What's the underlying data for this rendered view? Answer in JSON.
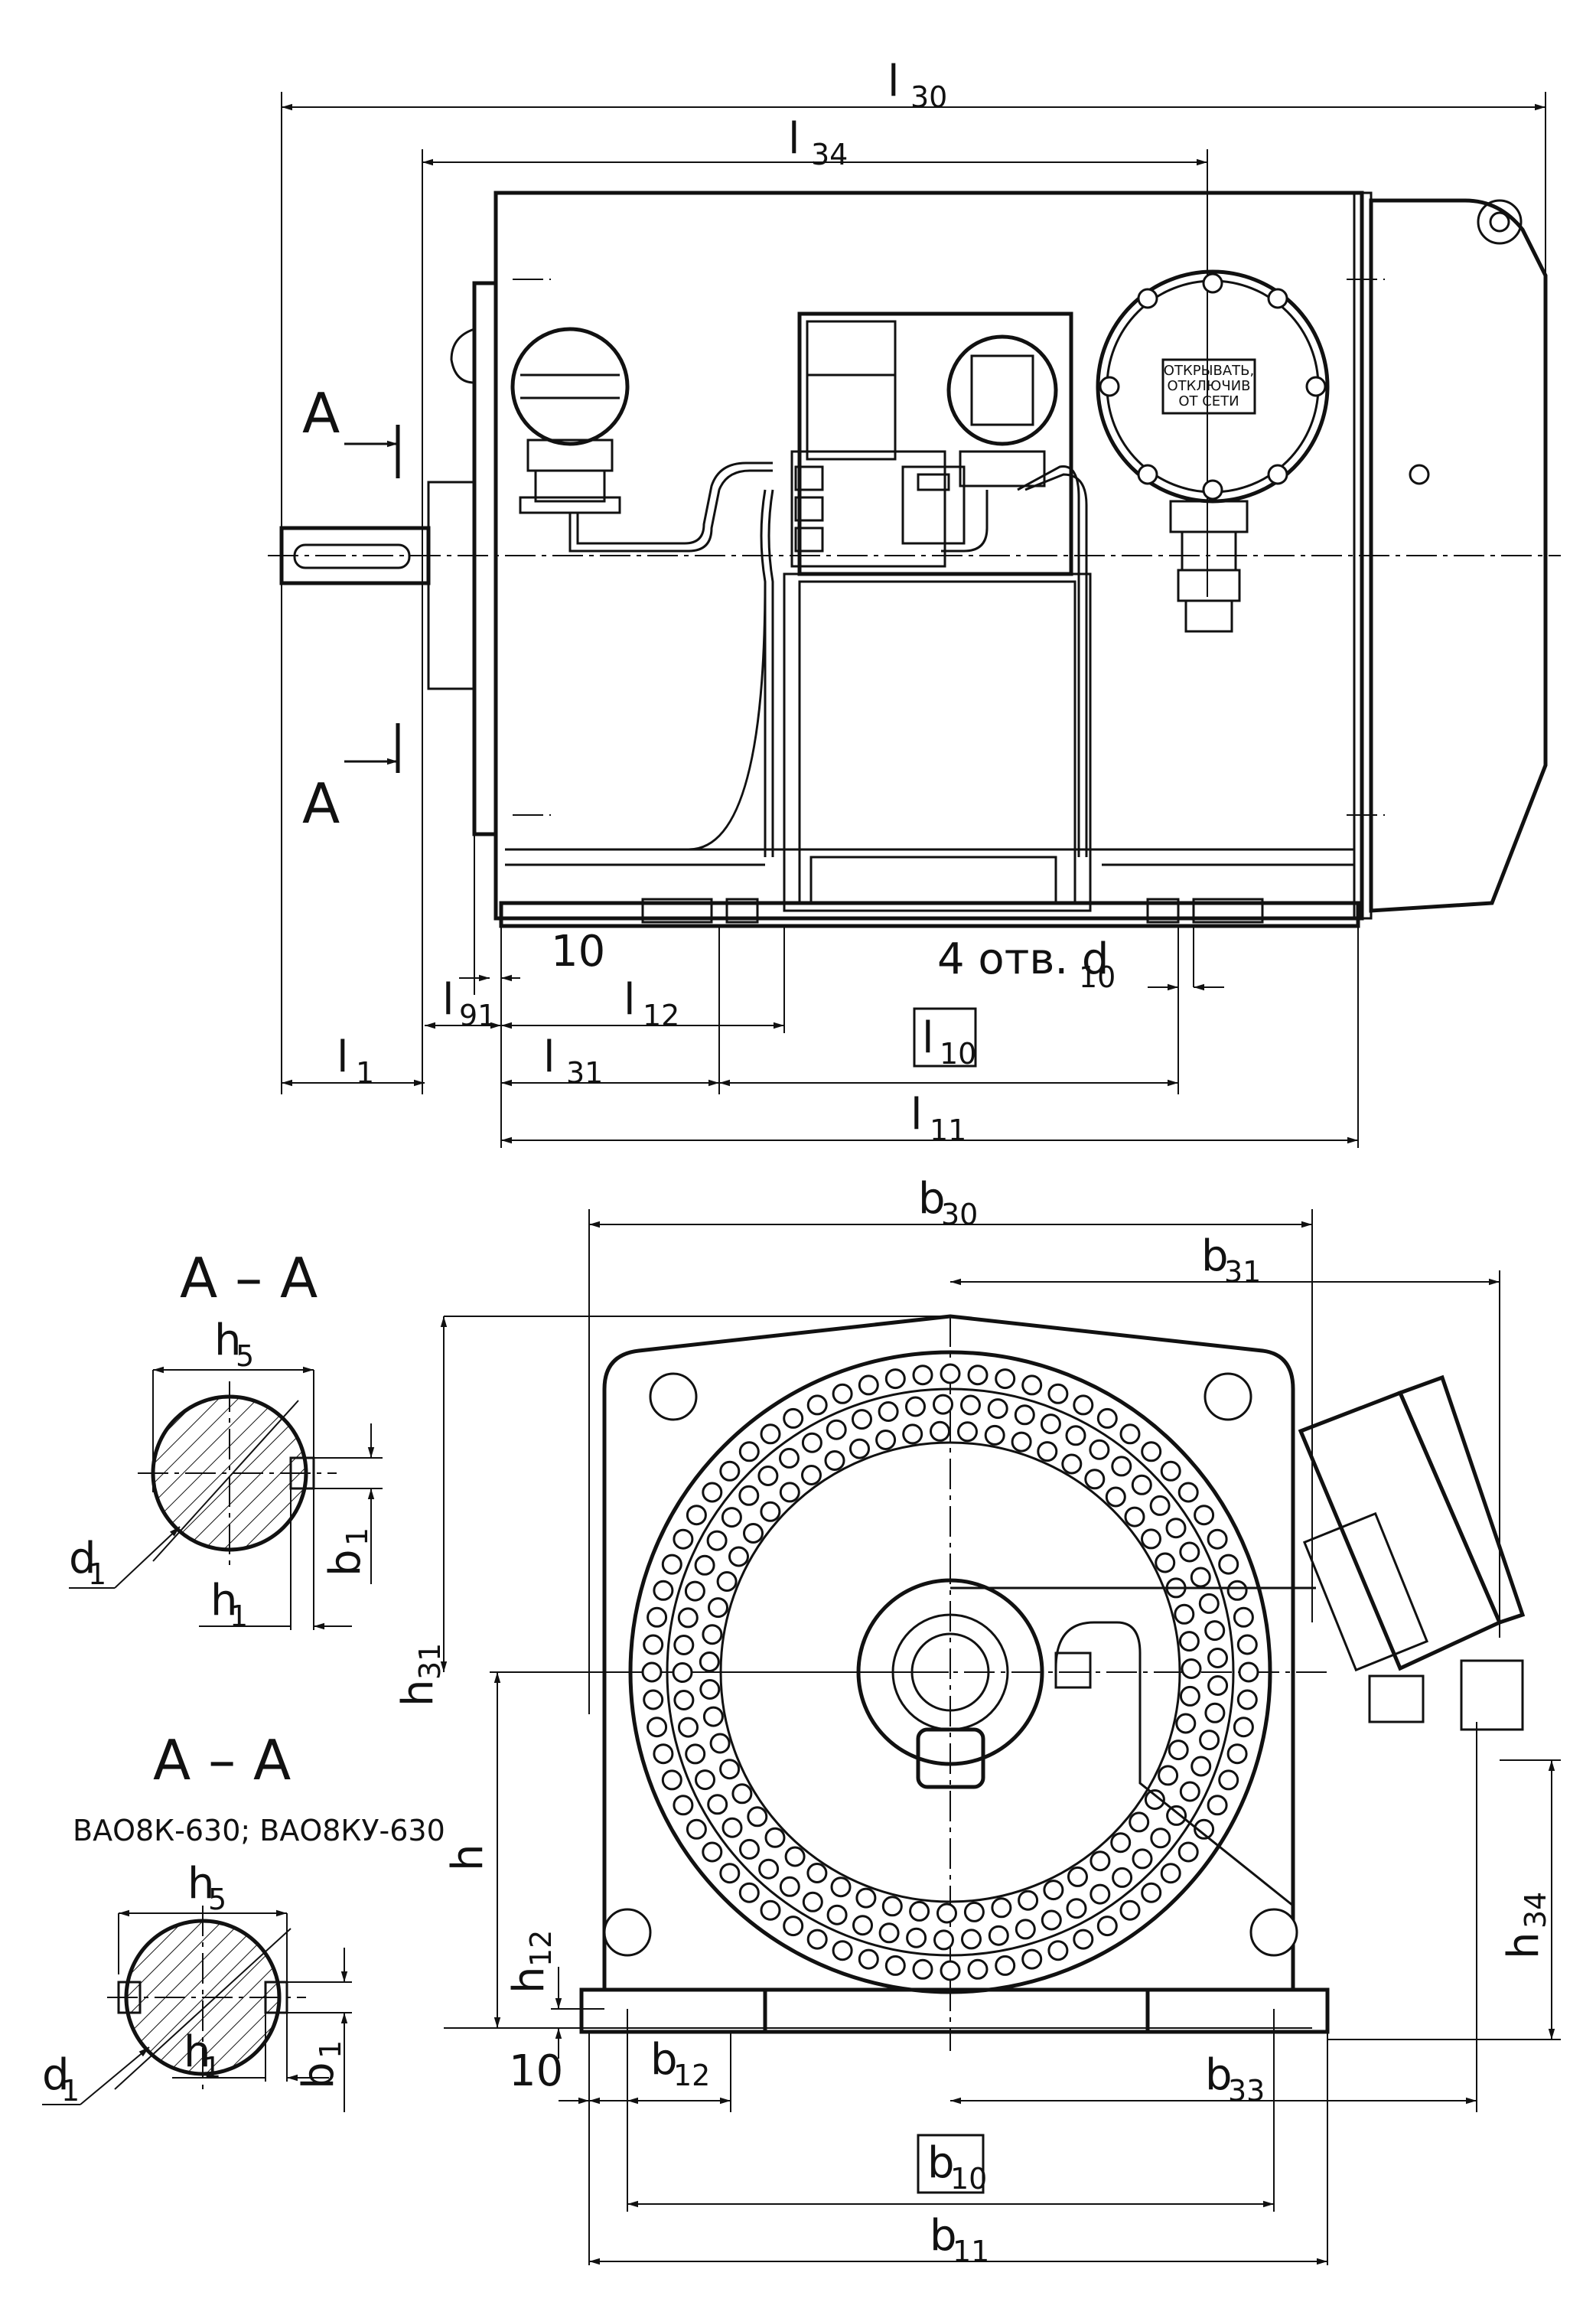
{
  "labels": {
    "l30": "l",
    "l30_sub": "30",
    "l34": "l",
    "l34_sub": "34",
    "l1": "l",
    "l1_sub": "1",
    "l91": "l",
    "l91_sub": "91",
    "l12": "l",
    "l12_sub": "12",
    "l31": "l",
    "l31_sub": "31",
    "l10": "l",
    "l10_sub": "10",
    "l11": "l",
    "l11_sub": "11",
    "ten_top": "10",
    "holes": "4 отв. d",
    "holes_sub": "10",
    "section_a_top": "A",
    "section_a_bottom": "A",
    "b30": "b",
    "b30_sub": "30",
    "b31": "b",
    "b31_sub": "31",
    "b33": "b",
    "b33_sub": "33",
    "b12": "b",
    "b12_sub": "12",
    "b10": "b",
    "b10_sub": "10",
    "b11": "b",
    "b11_sub": "11",
    "h31": "h",
    "h31_sub": "31",
    "h": "h",
    "h12": "h",
    "h12_sub": "12",
    "h34": "h",
    "h34_sub": "34",
    "ten_bottom": "10",
    "plate_line1": "ОТКРЫВАТЬ,",
    "plate_line2": "ОТКЛЮЧИВ",
    "plate_line3": "ОТ СЕТИ"
  },
  "sections": {
    "title1": "A – A",
    "title2": "A – A",
    "subtitle2": "ВАО8К-630; ВАО8КУ-630",
    "h5": "h",
    "h5_sub": "5",
    "d1": "d",
    "d1_sub": "1",
    "h1": "h",
    "h1_sub": "1",
    "b1": "b",
    "b1_sub": "1"
  }
}
